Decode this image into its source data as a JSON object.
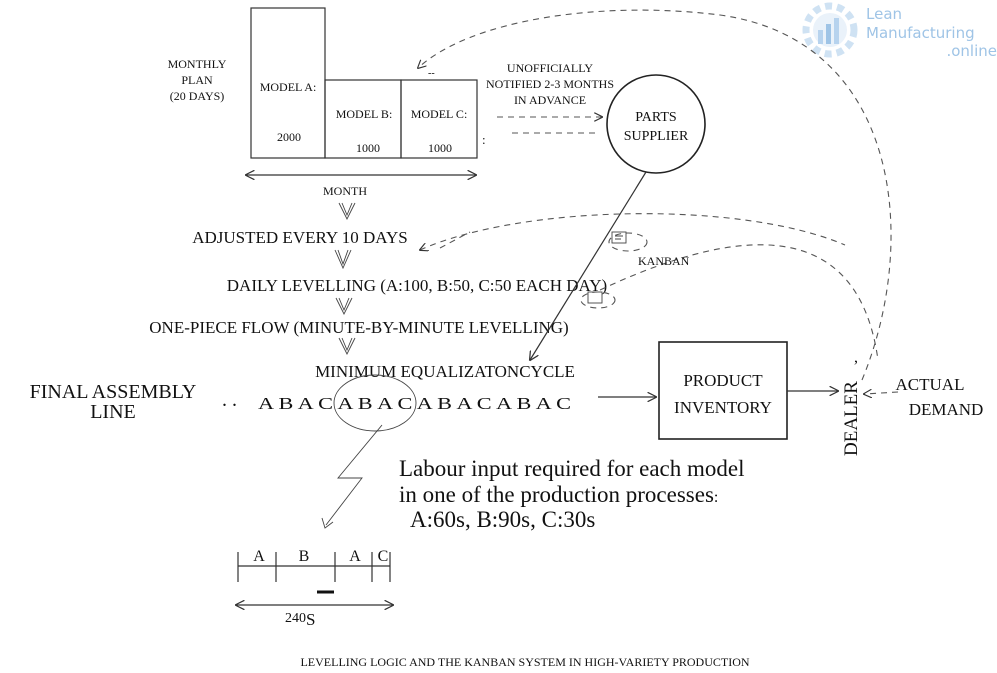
{
  "watermark": {
    "line1": "Lean",
    "line2": "Manufacturing",
    "line3": ".online",
    "color": "#9fc4e6"
  },
  "plan": {
    "label_line1": "MONTHLY",
    "label_line2": "PLAN",
    "label_line3": "(20 DAYS)",
    "model_a": "MODEL A:",
    "model_b": "MODEL B:",
    "model_c": "MODEL C:",
    "qty_a": "2000",
    "qty_b": "1000",
    "qty_c": "1000",
    "dash_mark": "--",
    "colon_mark": ":",
    "month": "MONTH"
  },
  "supplier": {
    "note_line1": "UNOFFICIALLY",
    "note_line2": "NOTIFIED 2-3 MONTHS",
    "note_line3": "IN ADVANCE",
    "name_line1": "PARTS",
    "name_line2": "SUPPLIER"
  },
  "flow": {
    "adjusted": "ADJUSTED EVERY 10 DAYS",
    "daily": "DAILY LEVELLING (A:100, B:50, C:50 EACH DAY)",
    "one_piece": "ONE-PIECE FLOW (MINUTE-BY-MINUTE LEVELLING)",
    "kanban": "KANBAN"
  },
  "assembly": {
    "label_line1": "FINAL ASSEMBLY",
    "label_line2": "LINE",
    "dots": ". .",
    "cycle_title": "MINIMUM EQUALIZATONCYCLE",
    "sequence": "A B A C A B A C A B A C A B A C"
  },
  "inventory": {
    "line1": "PRODUCT",
    "line2": "INVENTORY"
  },
  "dealer": "DEALER",
  "dealer_mark": ",",
  "demand": {
    "line1": "ACTUAL",
    "line2": "DEMAND"
  },
  "labour": {
    "line1": "Labour input required for each model",
    "line2": "in one of the production processes",
    "line2_colon": ":",
    "line3": "A:60s, B:90s, C:30s"
  },
  "timeline": {
    "a": "A",
    "b": "B",
    "a2": "A",
    "c": "C",
    "total_num": "240",
    "total_unit": "S"
  },
  "caption": "LEVELLING LOGIC AND   THE KANBAN SYSTEM IN HIGH-VARIETY PRODUCTION"
}
